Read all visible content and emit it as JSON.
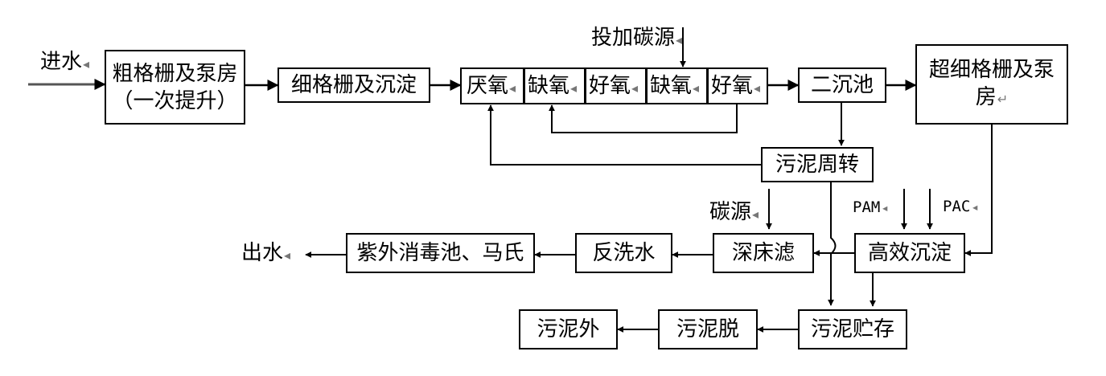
{
  "diagram": {
    "labels": {
      "influent": "进水",
      "carbon_dose": "投加碳源",
      "carbon_source": "碳源",
      "pam": "PAM",
      "pac": "PAC",
      "effluent": "出水"
    },
    "boxes": {
      "coarse_screen_line1": "粗格栅及泵房",
      "coarse_screen_line2": "（一次提升）",
      "fine_screen": "细格栅及沉淀",
      "anaerobic": "厌氧",
      "anoxic_1": "缺氧",
      "aerobic_1": "好氧",
      "anoxic_2": "缺氧",
      "aerobic_2": "好氧",
      "secondary_clarifier": "二沉池",
      "ultrafine_screen_line1": "超细格栅及泵",
      "ultrafine_screen_line2": "房",
      "sludge_turnover": "污泥周转",
      "deep_bed_filter": "深床滤",
      "high_efficiency_settling": "高效沉淀",
      "backwash": "反洗水",
      "uv_disinfection": "紫外消毒池、马氏",
      "sludge_storage": "污泥贮存",
      "sludge_dewatering": "污泥脱",
      "sludge_export": "污泥外"
    }
  }
}
